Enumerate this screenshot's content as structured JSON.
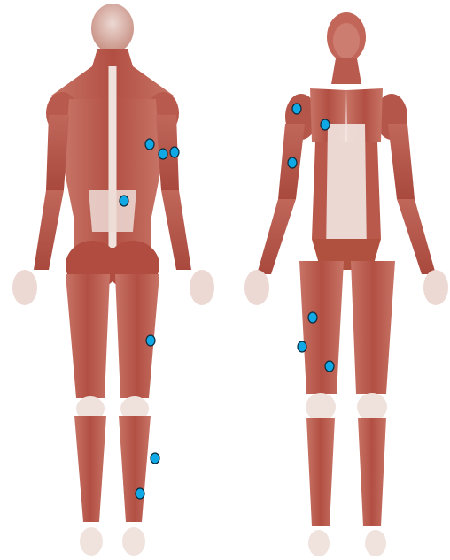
{
  "colors": {
    "background": "#ffffff",
    "muscle_base": "#b5564a",
    "muscle_dark": "#8e3a31",
    "muscle_light": "#cf8a7c",
    "tendon": "#f3e7e2",
    "bone_white": "#f7f1ee",
    "marker_fill": "#11a8e6",
    "marker_stroke": "#0b2a3b"
  },
  "figures": [
    {
      "name": "figure-back-view",
      "view": "posterior",
      "markers": [
        {
          "id": "back-1",
          "region": "upper-back"
        },
        {
          "id": "back-2",
          "region": "shoulder-rear"
        },
        {
          "id": "back-3",
          "region": "shoulder-rear"
        },
        {
          "id": "back-4",
          "region": "lower-back"
        },
        {
          "id": "back-5",
          "region": "hamstring"
        },
        {
          "id": "back-6",
          "region": "calf"
        },
        {
          "id": "back-7",
          "region": "lower-leg"
        }
      ]
    },
    {
      "name": "figure-front-view",
      "view": "anterior",
      "markers": [
        {
          "id": "front-1",
          "region": "shoulder-front"
        },
        {
          "id": "front-2",
          "region": "chest"
        },
        {
          "id": "front-3",
          "region": "upper-arm"
        },
        {
          "id": "front-4",
          "region": "thigh"
        },
        {
          "id": "front-5",
          "region": "thigh"
        },
        {
          "id": "front-6",
          "region": "thigh"
        }
      ]
    }
  ]
}
